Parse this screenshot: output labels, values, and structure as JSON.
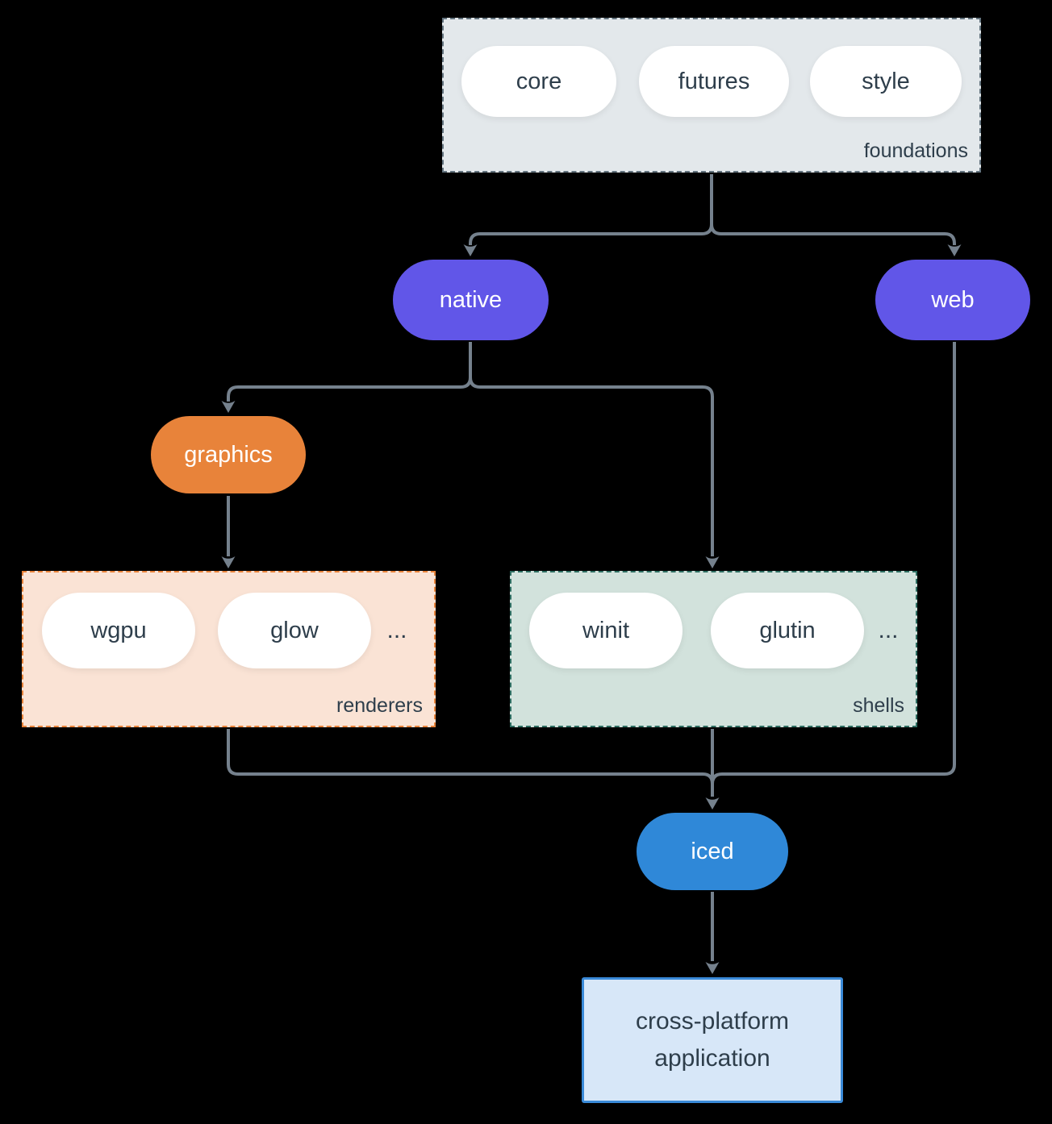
{
  "colors": {
    "bg": "#000000",
    "line": "#75818d",
    "dark-text": "#2e3e4b",
    "pill": "#ffffff",
    "purple": "#6156e8",
    "orange": "#e8833a",
    "blue": "#2f88d8",
    "foundations-fill": "#e3e8eb",
    "foundations-border": "#64747f",
    "renderers-fill": "#fae3d5",
    "renderers-border": "#e8833a",
    "shells-fill": "#d2e2dc",
    "shells-border": "#2e6e62",
    "app-fill": "#d7e7f8",
    "app-border": "#3a8ad8"
  },
  "foundations": {
    "label": "foundations",
    "items": [
      "core",
      "futures",
      "style"
    ]
  },
  "nodes": {
    "native": "native",
    "web": "web",
    "graphics": "graphics",
    "iced": "iced"
  },
  "renderers": {
    "label": "renderers",
    "items": [
      "wgpu",
      "glow"
    ],
    "more": "..."
  },
  "shells": {
    "label": "shells",
    "items": [
      "winit",
      "glutin"
    ],
    "more": "..."
  },
  "app": {
    "label": "cross-platform application"
  },
  "edges": [
    {
      "from": "foundations",
      "to": "native"
    },
    {
      "from": "foundations",
      "to": "web"
    },
    {
      "from": "native",
      "to": "graphics"
    },
    {
      "from": "native",
      "to": "shells"
    },
    {
      "from": "graphics",
      "to": "renderers"
    },
    {
      "from": "renderers",
      "to": "iced"
    },
    {
      "from": "shells",
      "to": "iced"
    },
    {
      "from": "web",
      "to": "iced"
    },
    {
      "from": "iced",
      "to": "cross-platform application"
    }
  ]
}
